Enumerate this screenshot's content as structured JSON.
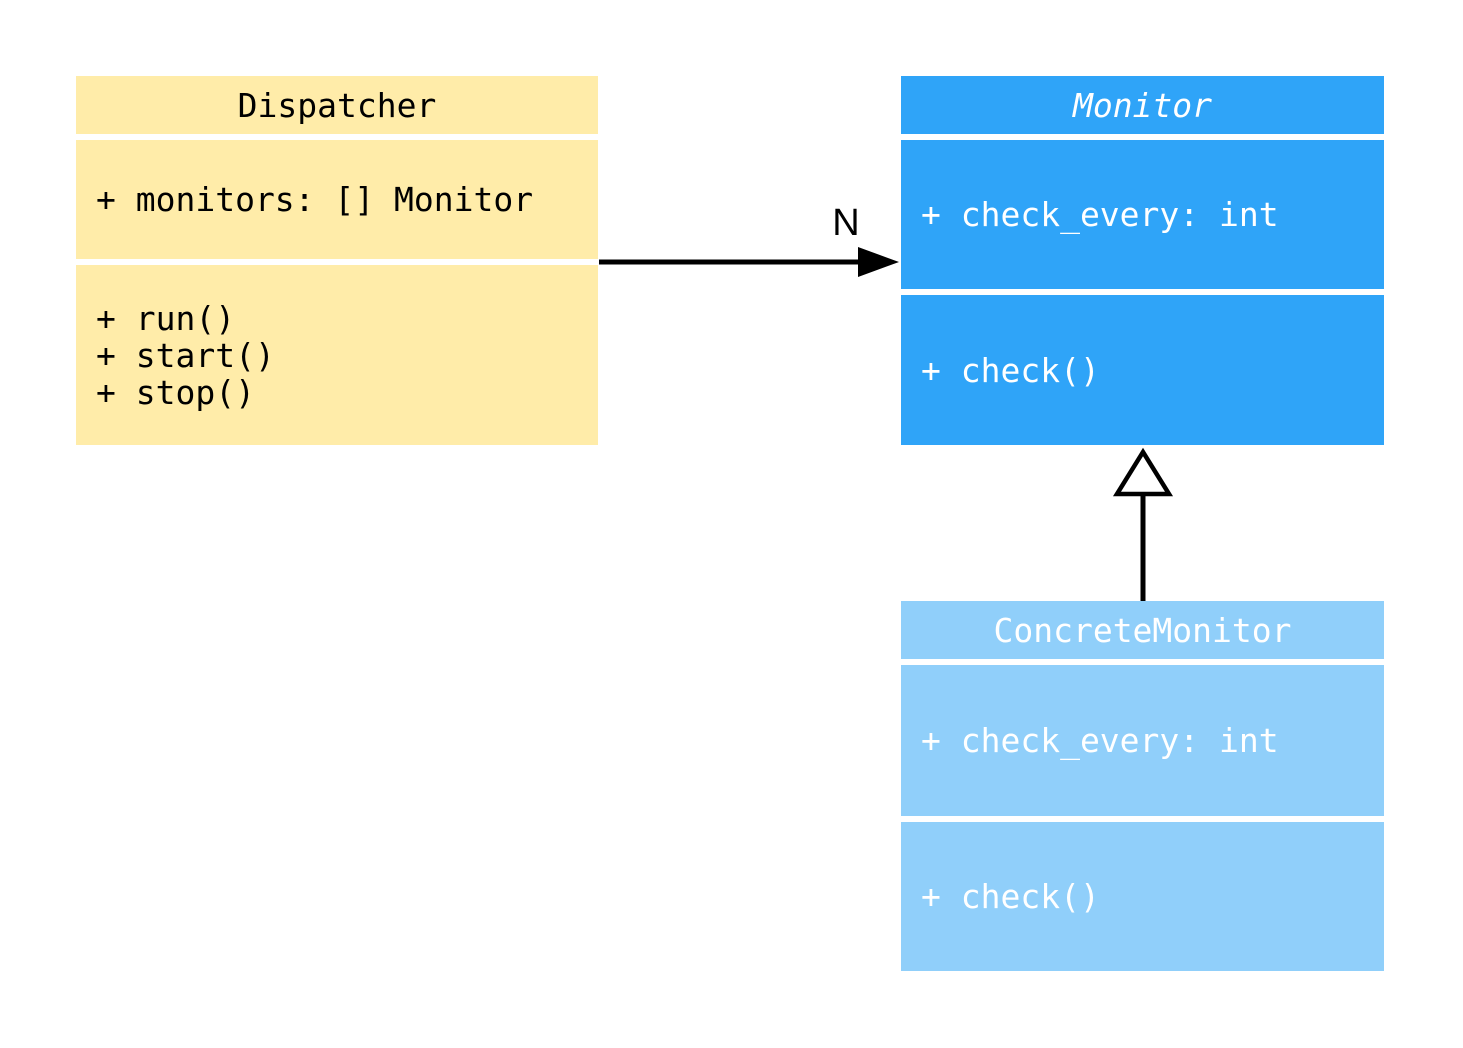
{
  "diagram": {
    "type": "uml-class-diagram",
    "background": "#FFFFFF",
    "line_color": "#000000",
    "classes": [
      {
        "name": "Dispatcher",
        "abstract": false,
        "fill": "#FFECA9",
        "text_color": "#000000",
        "attributes": [
          "+ monitors: [] Monitor"
        ],
        "methods": [
          "+ run()",
          "+ start()",
          "+ stop()"
        ]
      },
      {
        "name": "Monitor",
        "abstract": true,
        "fill": "#2FA4F8",
        "text_color": "#FFFFFF",
        "attributes": [
          "+ check_every: int"
        ],
        "methods": [
          "+ check()"
        ]
      },
      {
        "name": "ConcreteMonitor",
        "abstract": false,
        "fill": "#90CFFA",
        "text_color": "#FFFFFF",
        "attributes": [
          "+ check_every: int"
        ],
        "methods": [
          "+ check()"
        ]
      }
    ],
    "relations": [
      {
        "type": "association",
        "from": "Dispatcher",
        "to": "Monitor",
        "label": "N"
      },
      {
        "type": "inheritance",
        "from": "ConcreteMonitor",
        "to": "Monitor",
        "label": ""
      }
    ]
  }
}
